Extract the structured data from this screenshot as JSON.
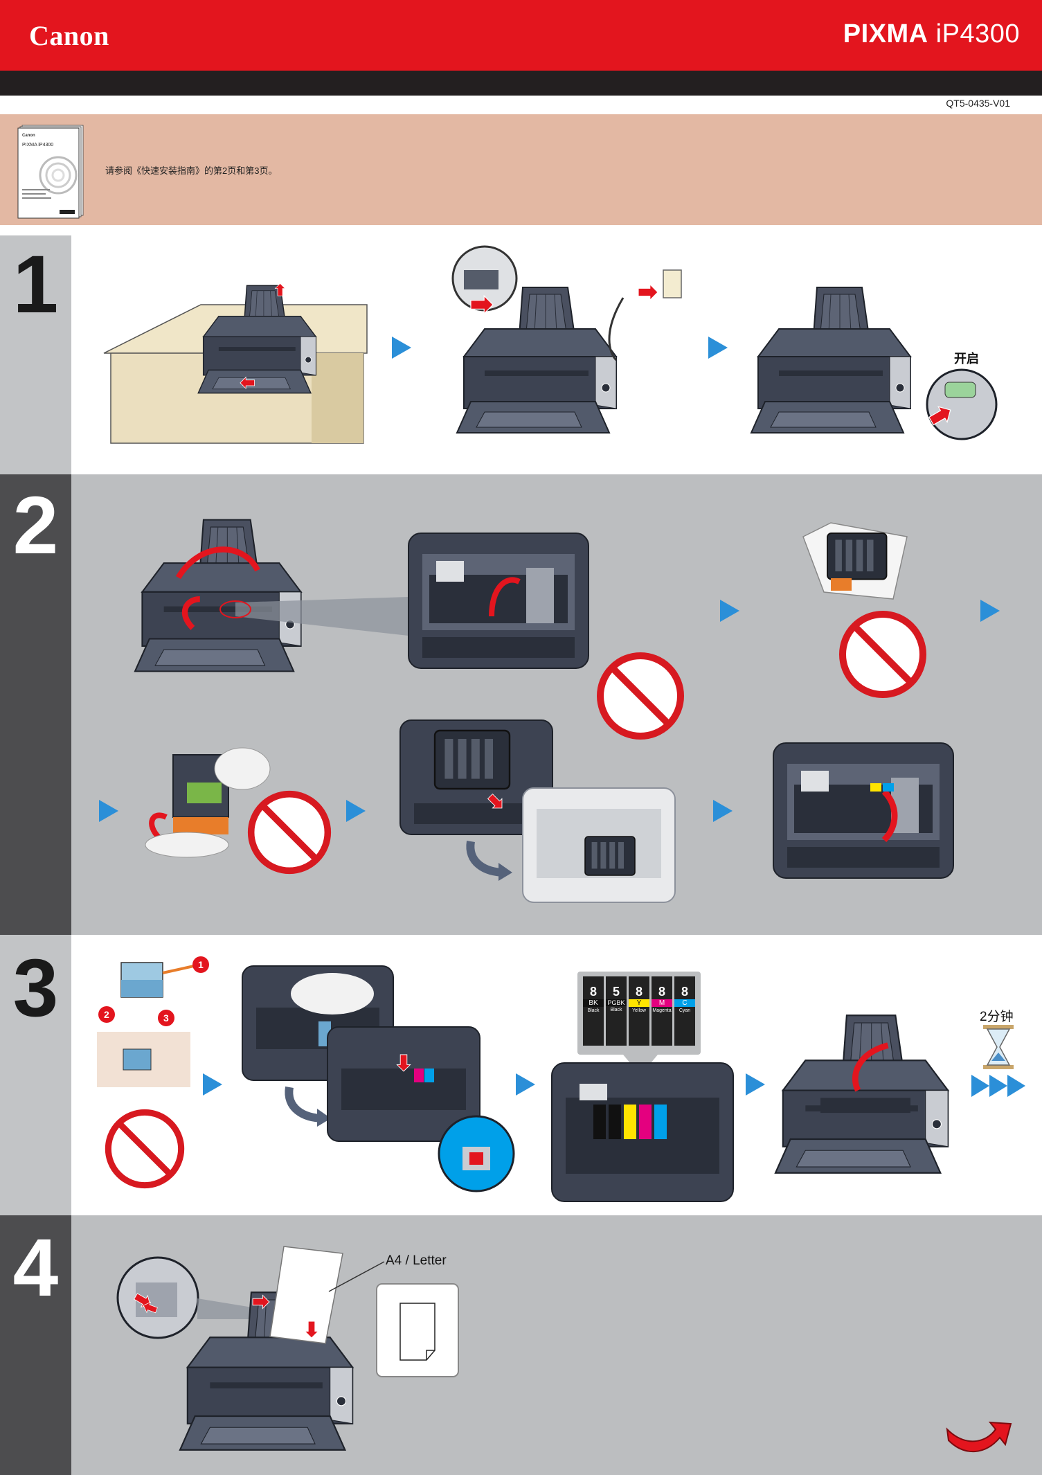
{
  "header": {
    "brand": "Canon",
    "model_prefix": "PIXMA",
    "model_number": "iP4300",
    "doc_code": "QT5-0435-V01",
    "colors": {
      "red": "#e3151e",
      "dark": "#231f20"
    }
  },
  "reference": {
    "text": "请参阅《快速安装指南》的第2页和第3页。",
    "booklet_model": "PIXMA iP4300",
    "booklet_brand": "Canon"
  },
  "steps": [
    {
      "number": "1",
      "labels": {
        "power_on": "开启"
      }
    },
    {
      "number": "2"
    },
    {
      "number": "3",
      "labels": {
        "wait_time": "2分钟"
      },
      "cartridges": [
        {
          "num": "8",
          "code": "BK",
          "name": "Black",
          "color": "#111111"
        },
        {
          "num": "5",
          "code": "PGBK",
          "name": "Black",
          "color": "#111111"
        },
        {
          "num": "8",
          "code": "Y",
          "name": "Yellow",
          "color": "#ffe400"
        },
        {
          "num": "8",
          "code": "M",
          "name": "Magenta",
          "color": "#e4007f"
        },
        {
          "num": "8",
          "code": "C",
          "name": "Cyan",
          "color": "#00a0e9"
        }
      ]
    },
    {
      "number": "4",
      "labels": {
        "paper_size": "A4 / Letter"
      }
    }
  ],
  "colors": {
    "step_col_light": "#c2c4c6",
    "step_col_dark": "#4d4d4f",
    "panel_gray": "#bcbec0",
    "arrow_blue": "#2b8fd8",
    "prohibit_red": "#d71920",
    "printer_dark": "#3d4352"
  },
  "icons": [
    "next-arrow-icon",
    "prohibit-icon",
    "hourglass-icon",
    "turn-page-arrow-icon"
  ]
}
